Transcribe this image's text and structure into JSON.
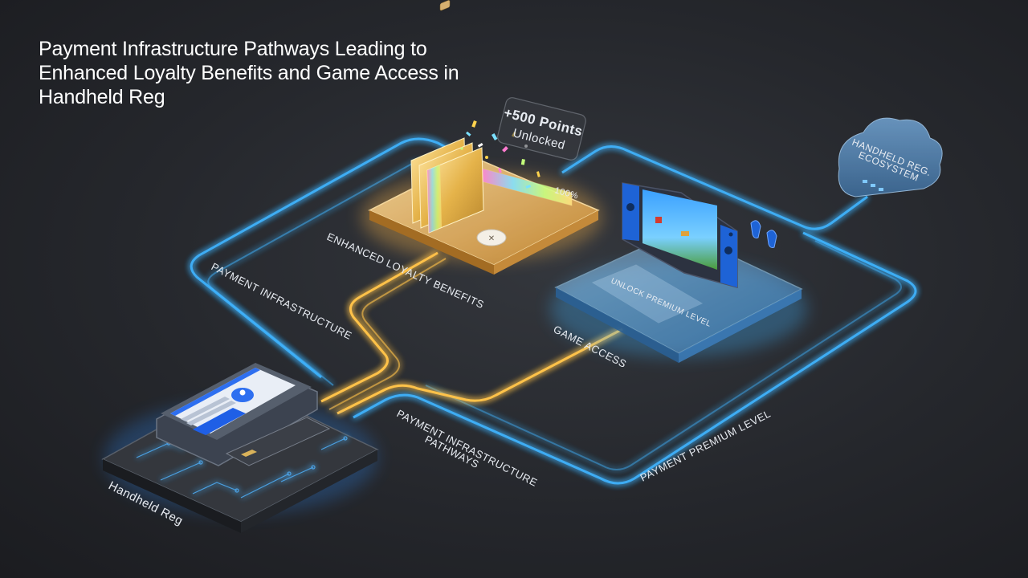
{
  "title": "Payment Infrastructure Pathways Leading to Enhanced Loyalty Benefits and Game Access in Handheld Reg",
  "labels": {
    "payment_infrastructure": "Payment Infrastructure",
    "enhanced_loyalty": "Enhanced Loyalty Benefits",
    "game_access": "Game Access",
    "payment_pathways_line1": "Payment Infrastructure",
    "payment_pathways_line2": "Pathways",
    "payment_premium": "Payment Premium Level",
    "handheld_reg": "Handheld Reg",
    "cloud_line1": "Handheld Reg.",
    "cloud_line2": "Ecosystem",
    "unlock_premium": "Unlock Premium Level",
    "points_line1": "+500 Points",
    "points_line2": "Unlocked",
    "progress_pct": "100%"
  },
  "progress": {
    "value": 1.0
  },
  "colors": {
    "background": "#25272c",
    "blue_path": "#3fb4ff",
    "gold_path": "#ffc24a",
    "gold_platform": "#e7b25c",
    "blue_platform": "#5fa9e6",
    "cloud": "#5b8fc0"
  },
  "icons": [
    "payment-terminal-icon",
    "credit-card-icon",
    "handheld-console-icon",
    "earbuds-icon",
    "cloud-icon",
    "loyalty-cards-icon",
    "confetti-icon"
  ]
}
